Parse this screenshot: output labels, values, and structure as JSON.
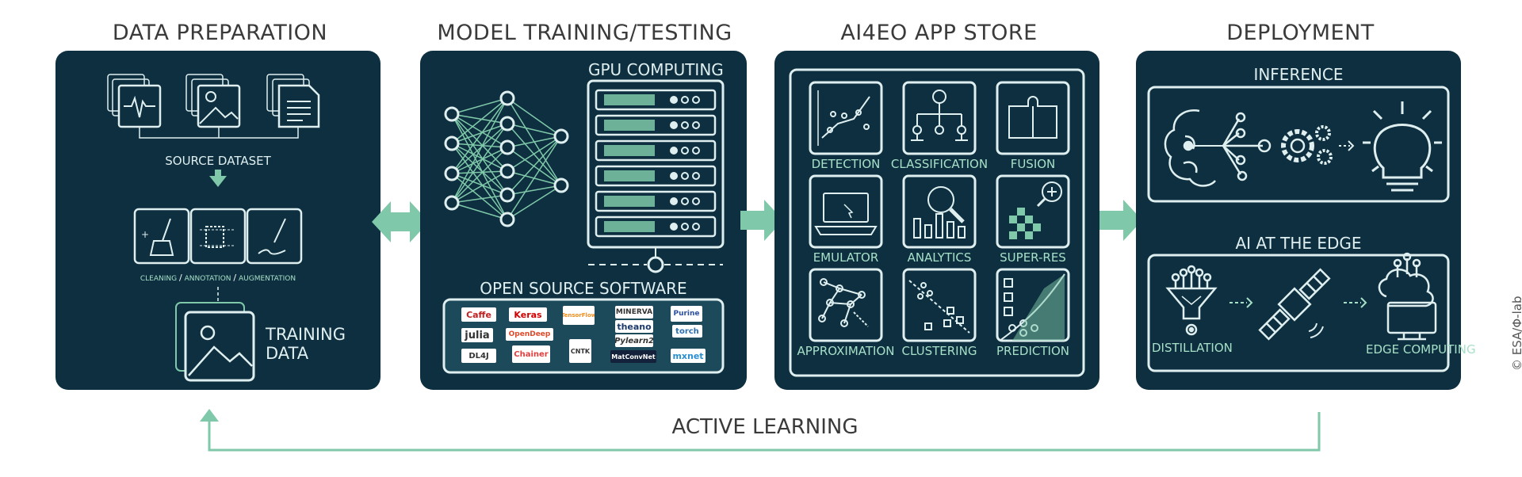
{
  "headings": {
    "data_prep": "DATA PREPARATION",
    "training": "MODEL TRAINING/TESTING",
    "store": "AI4EO APP STORE",
    "deployment": "DEPLOYMENT"
  },
  "data_prep": {
    "source_dataset": "SOURCE DATASET",
    "steps_cleaning": "CLEANING",
    "steps_annotation": "ANNOTATION",
    "steps_augmentation": "AUGMENTATION",
    "steps_sep": "/",
    "training_data_1": "TRAINING",
    "training_data_2": "DATA"
  },
  "training": {
    "gpu": "GPU COMPUTING",
    "oss": "OPEN SOURCE SOFTWARE",
    "logos": [
      "Caffe",
      "Keras",
      "TensorFlow",
      "MINERVA",
      "Purine",
      "julia",
      "OpenDeep",
      "theano",
      "torch",
      "Pylearn2",
      "DL4J",
      "Chainer",
      "CNTK",
      "MatConvNet",
      "mxnet"
    ]
  },
  "store": {
    "apps": [
      "DETECTION",
      "CLASSIFICATION",
      "FUSION",
      "EMULATOR",
      "ANALYTICS",
      "SUPER-RES",
      "APPROXIMATION",
      "CLUSTERING",
      "PREDICTION"
    ]
  },
  "deployment": {
    "inference": "INFERENCE",
    "edge": "AI AT THE EDGE",
    "distillation": "DISTILLATION",
    "edge_computing": "EDGE COMPUTING"
  },
  "feedback": "ACTIVE LEARNING",
  "credit": "© ESA/Φ-lab",
  "colors": {
    "panel": "#0d2f3f",
    "accent": "#7fc8a9",
    "light": "#dfeff0",
    "line": "#a7e0c8"
  }
}
